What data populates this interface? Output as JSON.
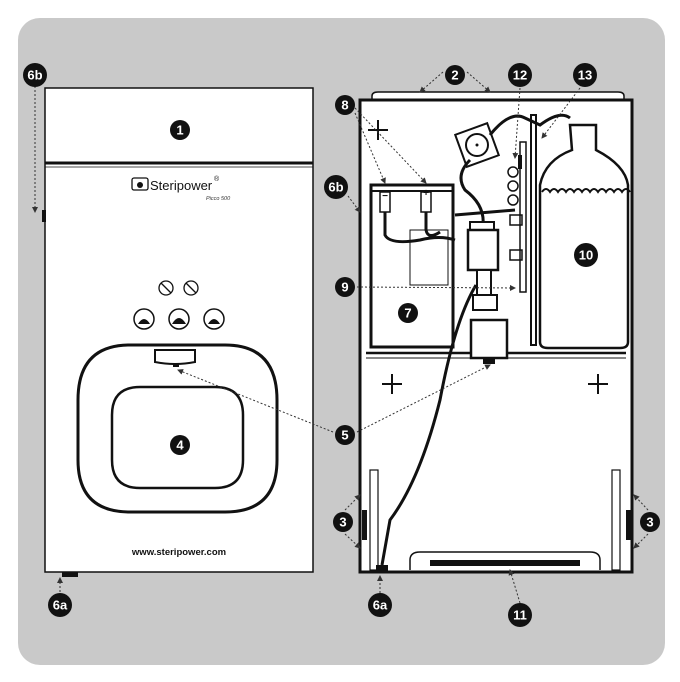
{
  "product": {
    "brand": "Steripower",
    "registered_mark": "®",
    "model": "Picco 500",
    "url": "www.steripower.com"
  },
  "battery": {
    "minus": "−",
    "plus": "+"
  },
  "labels": {
    "l1": "1",
    "l2": "2",
    "l3_left": "3",
    "l3_right": "3",
    "l4": "4",
    "l5": "5",
    "l6a_front": "6a",
    "l6a_open": "6a",
    "l6b_front": "6b",
    "l6b_open": "6b",
    "l7": "7",
    "l8": "8",
    "l9": "9",
    "l10": "10",
    "l11": "11",
    "l12": "12",
    "l13": "13"
  },
  "colors": {
    "background": "#c9c9c9",
    "outline": "#111111",
    "panel": "#ffffff"
  }
}
